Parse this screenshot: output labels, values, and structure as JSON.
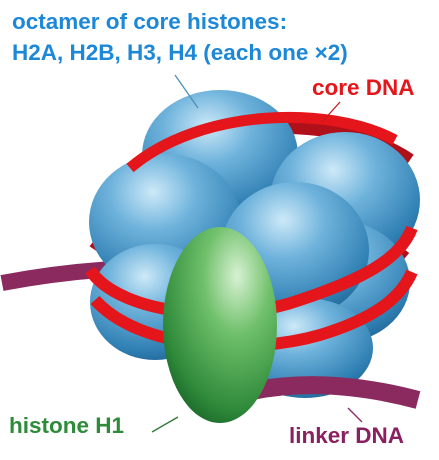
{
  "labels": {
    "octamer_line1": "octamer of core histones:",
    "octamer_line2": "H2A, H2B, H3, H4 (each one ×2)",
    "core_dna": "core DNA",
    "histone_h1": "histone H1",
    "linker_dna": "linker DNA"
  },
  "colors": {
    "octamer_text": "#1e88d8",
    "core_dna": "#e4161b",
    "histone_h1": "#2e8b3a",
    "linker_dna": "#8a2060",
    "histone_sphere": "#3d8fc2",
    "h1_body": "#5cb05a"
  }
}
